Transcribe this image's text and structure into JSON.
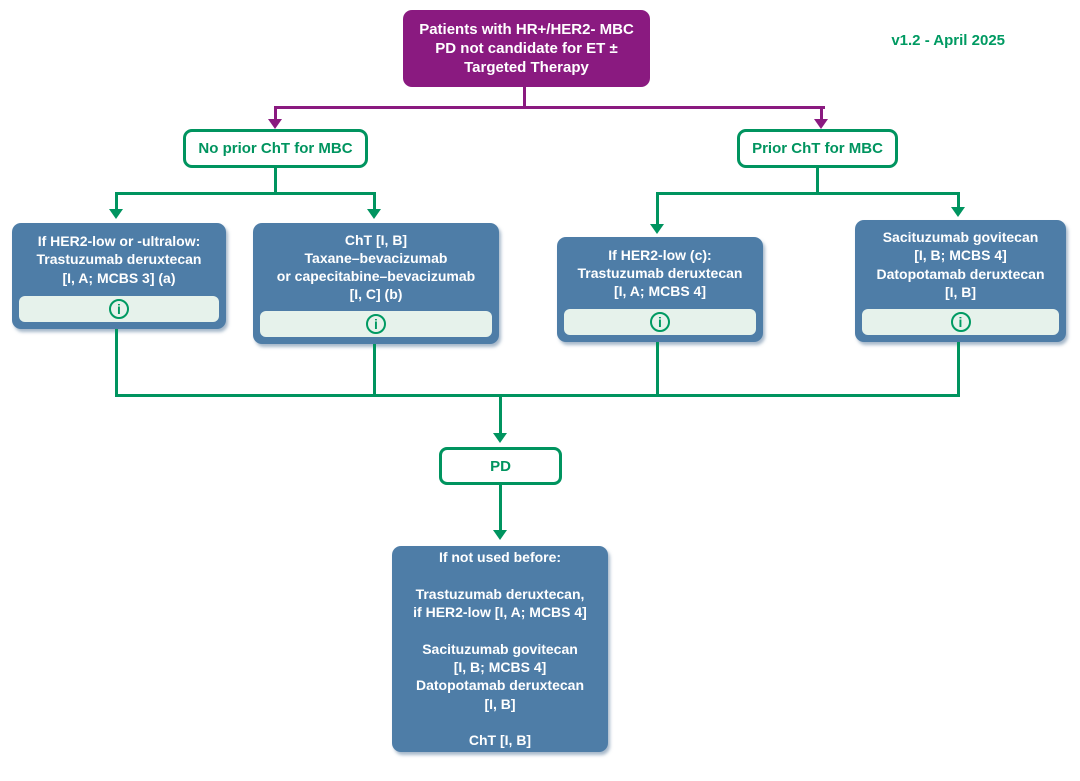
{
  "version_label": "v1.2 - April 2025",
  "colors": {
    "purple": "#8A1A80",
    "green": "#00945F",
    "node_blue": "#4E7DA7",
    "info_bar_bg": "#E6F2EB",
    "white": "#FFFFFF"
  },
  "root_node": {
    "lines": [
      "Patients with HR+/HER2- MBC",
      "PD not candidate for ET ±",
      "Targeted Therapy"
    ]
  },
  "branch_nodes": {
    "no_prior": {
      "label": "No prior ChT for MBC"
    },
    "prior": {
      "label": "Prior ChT for MBC"
    }
  },
  "treatment_nodes": {
    "t1": {
      "lines": [
        "If HER2-low or -ultralow:",
        "Trastuzumab deruxtecan",
        "[I, A; MCBS 3] (a)"
      ],
      "info_icon": "i"
    },
    "t2": {
      "lines": [
        "ChT [I, B]",
        "Taxane–bevacizumab",
        "or capecitabine–bevacizumab",
        "[I, C] (b)"
      ],
      "info_icon": "i"
    },
    "t3": {
      "lines": [
        "If HER2-low (c):",
        "Trastuzumab deruxtecan",
        "[I, A; MCBS 4]"
      ],
      "info_icon": "i"
    },
    "t4": {
      "lines": [
        "Sacituzumab govitecan",
        "[I, B; MCBS 4]",
        "Datopotamab deruxtecan",
        "[I, B]"
      ],
      "info_icon": "i"
    }
  },
  "pd_node": {
    "label": "PD"
  },
  "final_node": {
    "paragraphs": [
      [
        "If not used before:"
      ],
      [
        "Trastuzumab deruxtecan,",
        "if HER2-low [I, A; MCBS 4]"
      ],
      [
        "Sacituzumab govitecan",
        "[I, B; MCBS 4]",
        "Datopotamab deruxtecan",
        "[I, B]"
      ],
      [
        "ChT [I, B]"
      ]
    ]
  }
}
